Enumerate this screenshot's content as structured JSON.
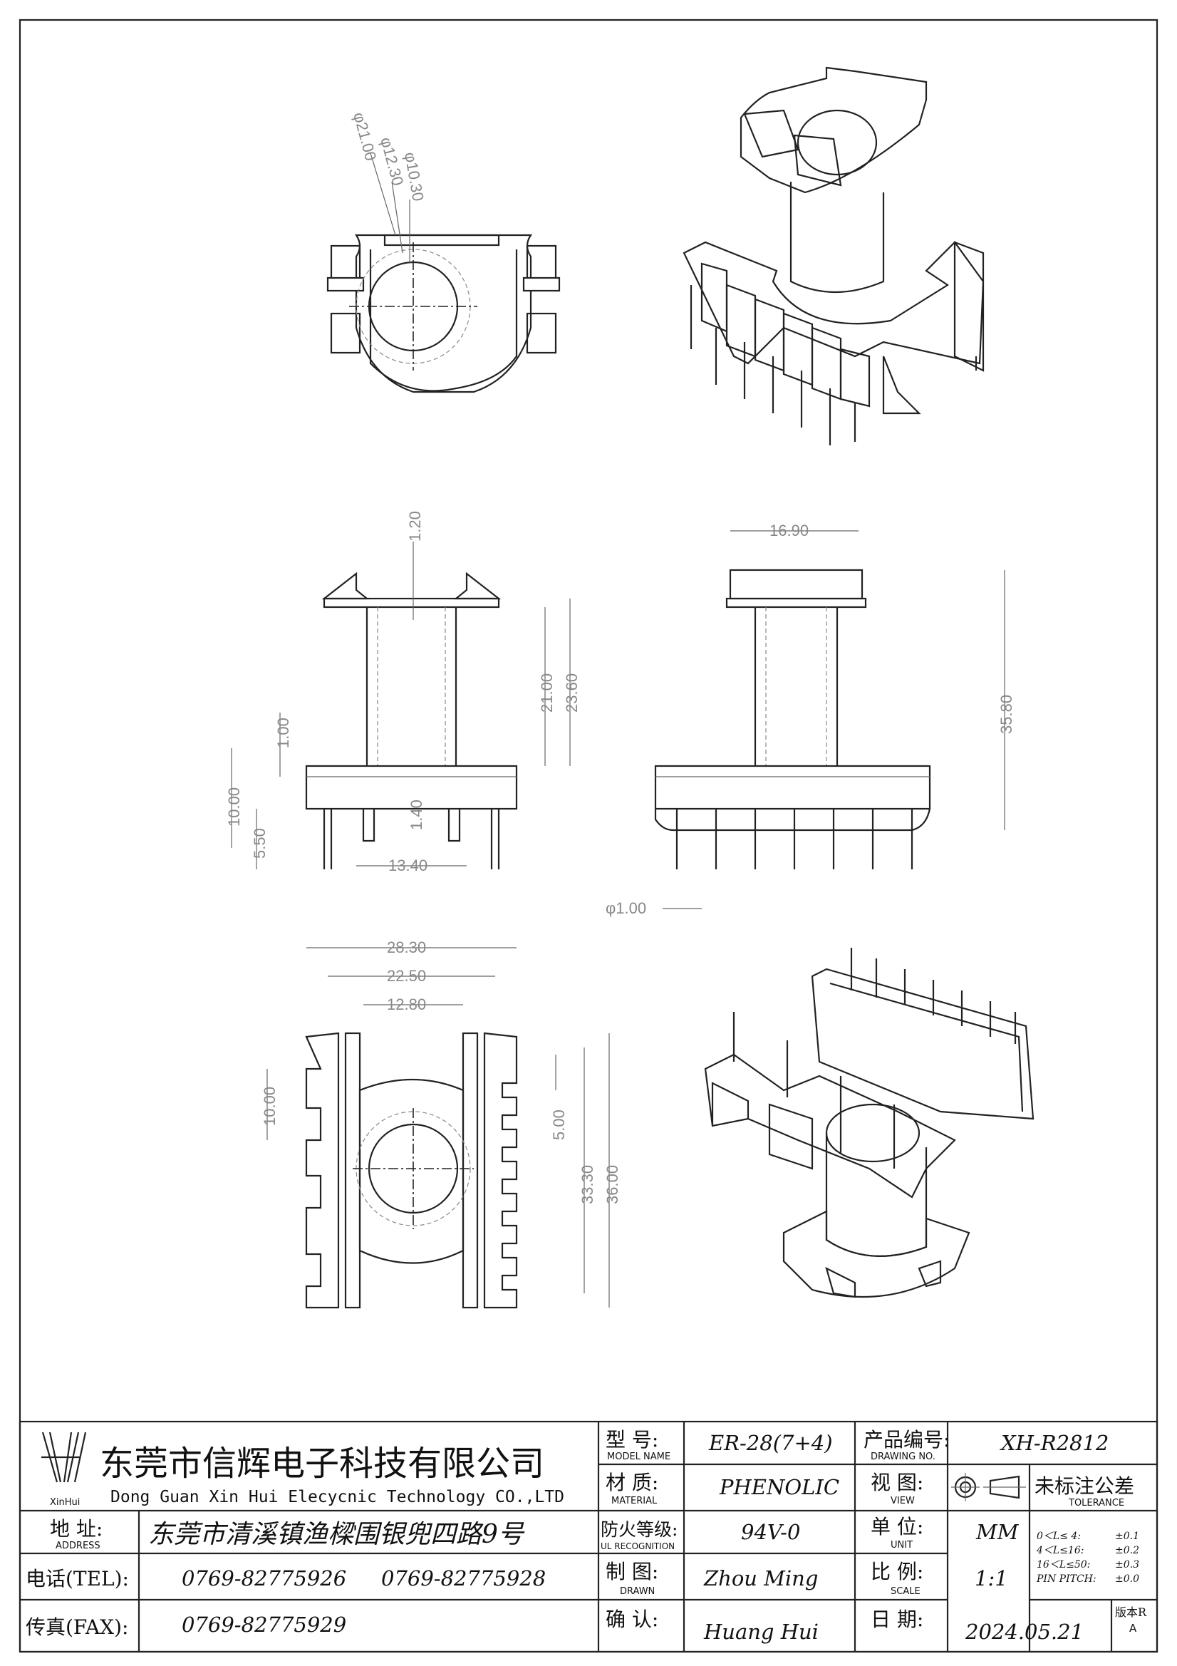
{
  "title_block": {
    "company_cn": "东莞市信辉电子科技有限公司",
    "company_en": "Dong Guan Xin Hui Elecycnic Technology CO.,LTD",
    "logo_text": "XinHui",
    "address_label": "地  址:",
    "address_label_en": "ADDRESS",
    "address": "东莞市清溪镇渔樑围银兜四路9号",
    "tel_label": "电话(TEL):",
    "tel_1": "0769-82775926",
    "tel_2": "0769-82775928",
    "fax_label": "传真(FAX):",
    "fax": "0769-82775929",
    "model_label": "型  号:",
    "model_label_en": "MODEL NAME",
    "model": "ER-28(7+4)",
    "material_label": "材  质:",
    "material_label_en": "MATERIAL",
    "material": "PHENOLIC",
    "fire_label": "防火等级:",
    "fire_label_en": "UL RECOGNITION",
    "fire": "94V-0",
    "drawn_label": "制  图:",
    "drawn_label_en": "DRAWN",
    "drawn": "Zhou Ming",
    "confirm_label": "确  认:",
    "confirm": "Huang Hui",
    "product_no_label": "产品编号:",
    "product_no_label_en": "DRAWING NO.",
    "product_no": "XH-R2812",
    "view_label": "视  图:",
    "view_label_en": "VIEW",
    "unit_label": "单  位:",
    "unit_label_en": "UNIT",
    "unit": "MM",
    "scale_label": "比  例:",
    "scale_label_en": "SCALE",
    "scale": "1:1",
    "date_label": "日  期:",
    "date": "2024.05.21",
    "tolerance_label": "未标注公差",
    "tolerance_label_en": "TOLERANCE",
    "tolerances": [
      {
        "range": "0＜L≤ 4:",
        "value": "±0.1"
      },
      {
        "range": "4＜L≤16:",
        "value": "±0.2"
      },
      {
        "range": "16＜L≤50:",
        "value": "±0.3"
      },
      {
        "range": "PIN PITCH:",
        "value": "±0.0"
      }
    ],
    "version_label": "版本R",
    "version": "A"
  },
  "dimensions": {
    "top_view": [
      "φ21.00",
      "φ12.30",
      "φ10.30"
    ],
    "front_view": [
      "1.20",
      "21.00",
      "23.60",
      "1.00",
      "10.00",
      "5.50",
      "1.40",
      "13.40"
    ],
    "side_view": [
      "16.90",
      "35.80",
      "φ1.00"
    ],
    "bottom_view": [
      "28.30",
      "22.50",
      "12.80",
      "10.00",
      "5.00",
      "33.30",
      "36.00"
    ]
  }
}
